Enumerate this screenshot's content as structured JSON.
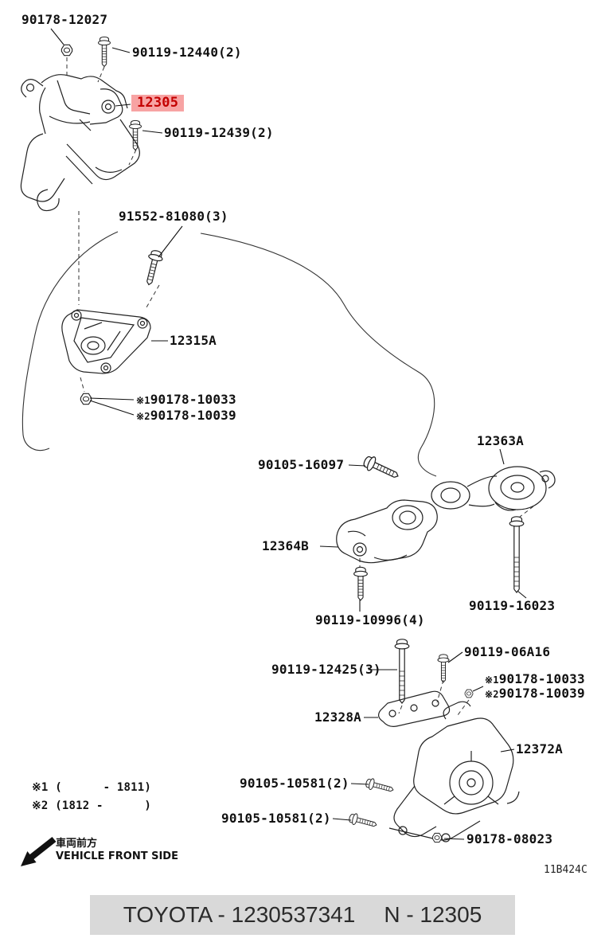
{
  "page": {
    "diagram_code": "11B424C",
    "front_side_jp": "車両前方",
    "front_side_en": "VEHICLE FRONT SIDE"
  },
  "notes": [
    {
      "text": "※1 (      - 1811)"
    },
    {
      "text": "※2 (1812 -      )"
    }
  ],
  "footer": {
    "brand_part": "TOYOTA - 1230537341",
    "part_short": "N - 12305"
  },
  "colors": {
    "highlight_bg": "#f7a3a3",
    "highlight_text": "#c40000",
    "footer_bg": "#d9d9d9",
    "line_art": "#222222"
  },
  "parts": [
    {
      "label": "90178-12027"
    },
    {
      "label": "90119-12440(2)"
    },
    {
      "label": "12305",
      "highlighted": true
    },
    {
      "label": "90119-12439(2)"
    },
    {
      "label": "91552-81080(3)"
    },
    {
      "label": "12315A"
    },
    {
      "prefix": "※1",
      "label": "90178-10033"
    },
    {
      "prefix": "※2",
      "label": "90178-10039"
    },
    {
      "label": "12363A"
    },
    {
      "label": "90105-16097"
    },
    {
      "label": "12364B"
    },
    {
      "label": "90119-16023"
    },
    {
      "label": "90119-10996(4)"
    },
    {
      "label": "90119-06A16"
    },
    {
      "label": "90119-12425(3)"
    },
    {
      "prefix": "※1",
      "label": "90178-10033"
    },
    {
      "prefix": "※2",
      "label": "90178-10039"
    },
    {
      "label": "12328A"
    },
    {
      "label": "12372A"
    },
    {
      "label": "90105-10581(2)"
    },
    {
      "label": "90105-10581(2)"
    },
    {
      "label": "90178-08023"
    }
  ]
}
